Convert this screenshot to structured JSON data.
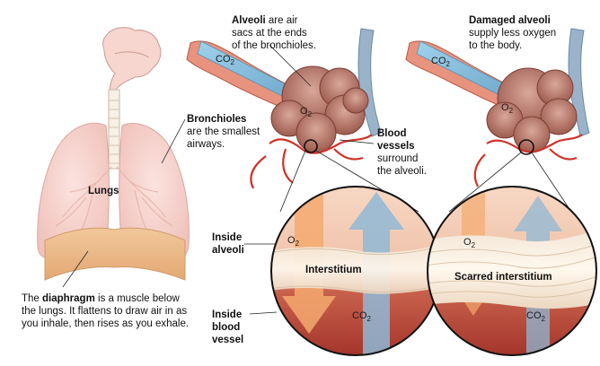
{
  "labels": {
    "lungs": "Lungs",
    "bronchioles_title": "Bronchioles",
    "bronchioles_line1": "are the smallest",
    "bronchioles_line2": "airways.",
    "alveoli_title": "Alveoli",
    "alveoli_line1_rest": " are air",
    "alveoli_line2": "sacs at the ends",
    "alveoli_line3": "of the bronchioles.",
    "damaged_title": "Damaged alveoli",
    "damaged_line1": "supply less oxygen",
    "damaged_line2": "to the body.",
    "blood_title_1": "Blood",
    "blood_title_2": "vessels",
    "blood_line1": "surround",
    "blood_line2": "the alveoli.",
    "inside_alveoli_1": "Inside",
    "inside_alveoli_2": "alveoli",
    "inside_blood_1": "Inside",
    "inside_blood_2": "blood",
    "inside_blood_3": "vessel",
    "interstitium": "Interstitium",
    "scarred_interstitium": "Scarred interstitium",
    "diaphragm_pre": "The ",
    "diaphragm_word": "diaphragm",
    "diaphragm_line1_rest": " is a muscle below",
    "diaphragm_line2": "the lungs. It flattens to draw air in as",
    "diaphragm_line3": "you inhale, then rises as you exhale."
  },
  "gases": {
    "co2": "CO",
    "o2": "O",
    "sub2": "2"
  }
}
